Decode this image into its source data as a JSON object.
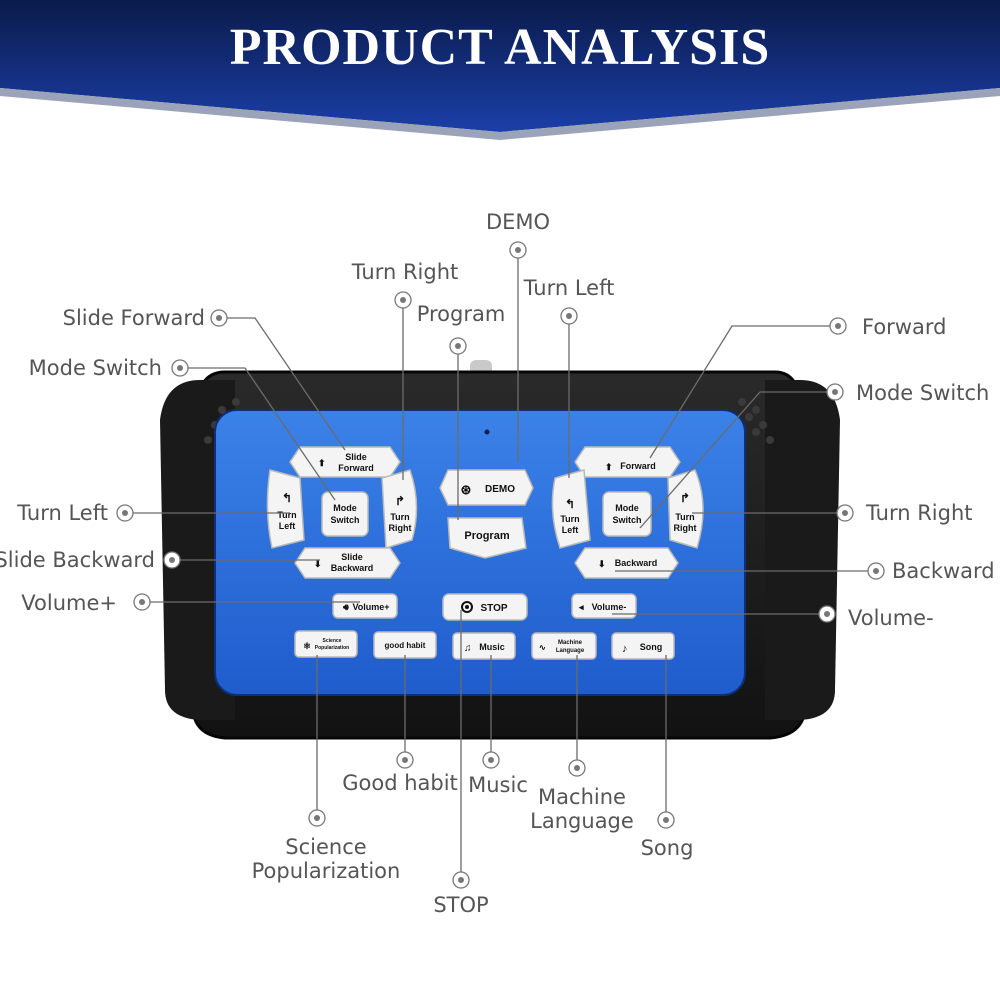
{
  "banner": {
    "title": "PRODUCT ANALYSIS",
    "colors": {
      "top": "#0a1a4a",
      "mid": "#1b3fa8",
      "stripe": "#9aa3b8"
    }
  },
  "device": {
    "colors": {
      "body": "#1e1e1e",
      "panel": "#2a6bd6",
      "key": "#f4f4f4",
      "key_edge": "#b9b9b9"
    },
    "keys": {
      "slide_forward": [
        "Slide",
        "Forward"
      ],
      "turn_left_l": [
        "Turn",
        "Left"
      ],
      "mode_switch_l": [
        "Mode",
        "Switch"
      ],
      "turn_right_l": [
        "Turn",
        "Right"
      ],
      "slide_backward": [
        "Slide",
        "Backward"
      ],
      "demo": "DEMO",
      "program": "Program",
      "forward": "Forward",
      "turn_left_r": [
        "Turn",
        "Left"
      ],
      "mode_switch_r": [
        "Mode",
        "Switch"
      ],
      "turn_right_r": [
        "Turn",
        "Right"
      ],
      "backward": "Backward",
      "volume_plus": "Volume+",
      "stop": "STOP",
      "volume_minus": "Volume-",
      "science": [
        "Science",
        "Popularization"
      ],
      "good_habit": "good habit",
      "music": "Music",
      "machine_language": [
        "Machine",
        "Language"
      ],
      "song": "Song"
    }
  },
  "callouts": {
    "demo": "DEMO",
    "turn_right_top": "Turn Right",
    "turn_left_top": "Turn Left",
    "program": "Program",
    "slide_forward": "Slide Forward",
    "forward": "Forward",
    "mode_switch_left": "Mode Switch",
    "mode_switch_right": "Mode Switch",
    "turn_left_side": "Turn Left",
    "turn_right_side": "Turn Right",
    "slide_backward": "Slide Backward",
    "backward": "Backward",
    "volume_plus": "Volume+",
    "volume_minus": "Volume-",
    "good_habit": "Good habit",
    "music": "Music",
    "machine_language": [
      "Machine",
      "Language"
    ],
    "science_popularization": [
      "Science",
      "Popularization"
    ],
    "song": "Song",
    "stop": "STOP"
  }
}
